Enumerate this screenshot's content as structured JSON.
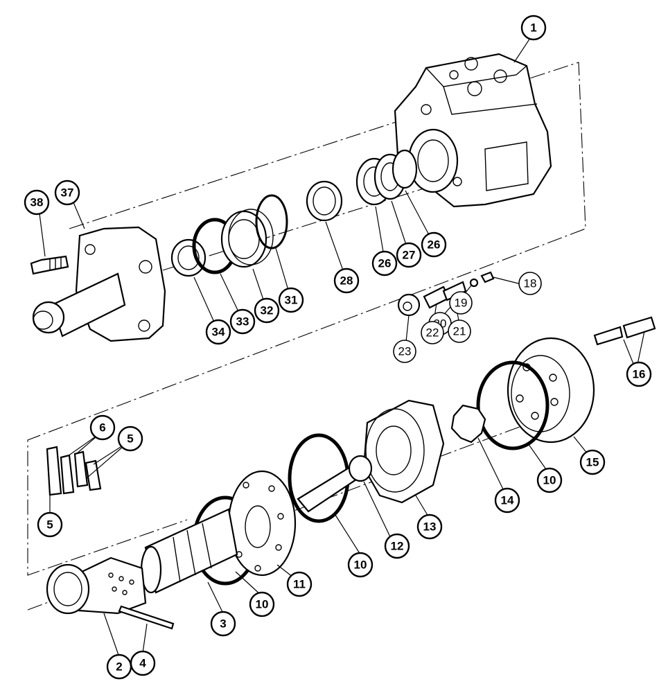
{
  "labels": [
    {
      "text": "1"
    },
    {
      "text": "2"
    },
    {
      "text": "3"
    },
    {
      "text": "4"
    },
    {
      "text": "5"
    },
    {
      "text": "5"
    },
    {
      "text": "6"
    },
    {
      "text": "10"
    },
    {
      "text": "10"
    },
    {
      "text": "10"
    },
    {
      "text": "11"
    },
    {
      "text": "12"
    },
    {
      "text": "13"
    },
    {
      "text": "14"
    },
    {
      "text": "15"
    },
    {
      "text": "16"
    },
    {
      "text": "18"
    },
    {
      "text": "19"
    },
    {
      "text": "20"
    },
    {
      "text": "21"
    },
    {
      "text": "22"
    },
    {
      "text": "23"
    },
    {
      "text": "26"
    },
    {
      "text": "27"
    },
    {
      "text": "26"
    },
    {
      "text": "28"
    },
    {
      "text": "31"
    },
    {
      "text": "32"
    },
    {
      "text": "33"
    },
    {
      "text": "34"
    },
    {
      "text": "37"
    },
    {
      "text": "38"
    }
  ]
}
